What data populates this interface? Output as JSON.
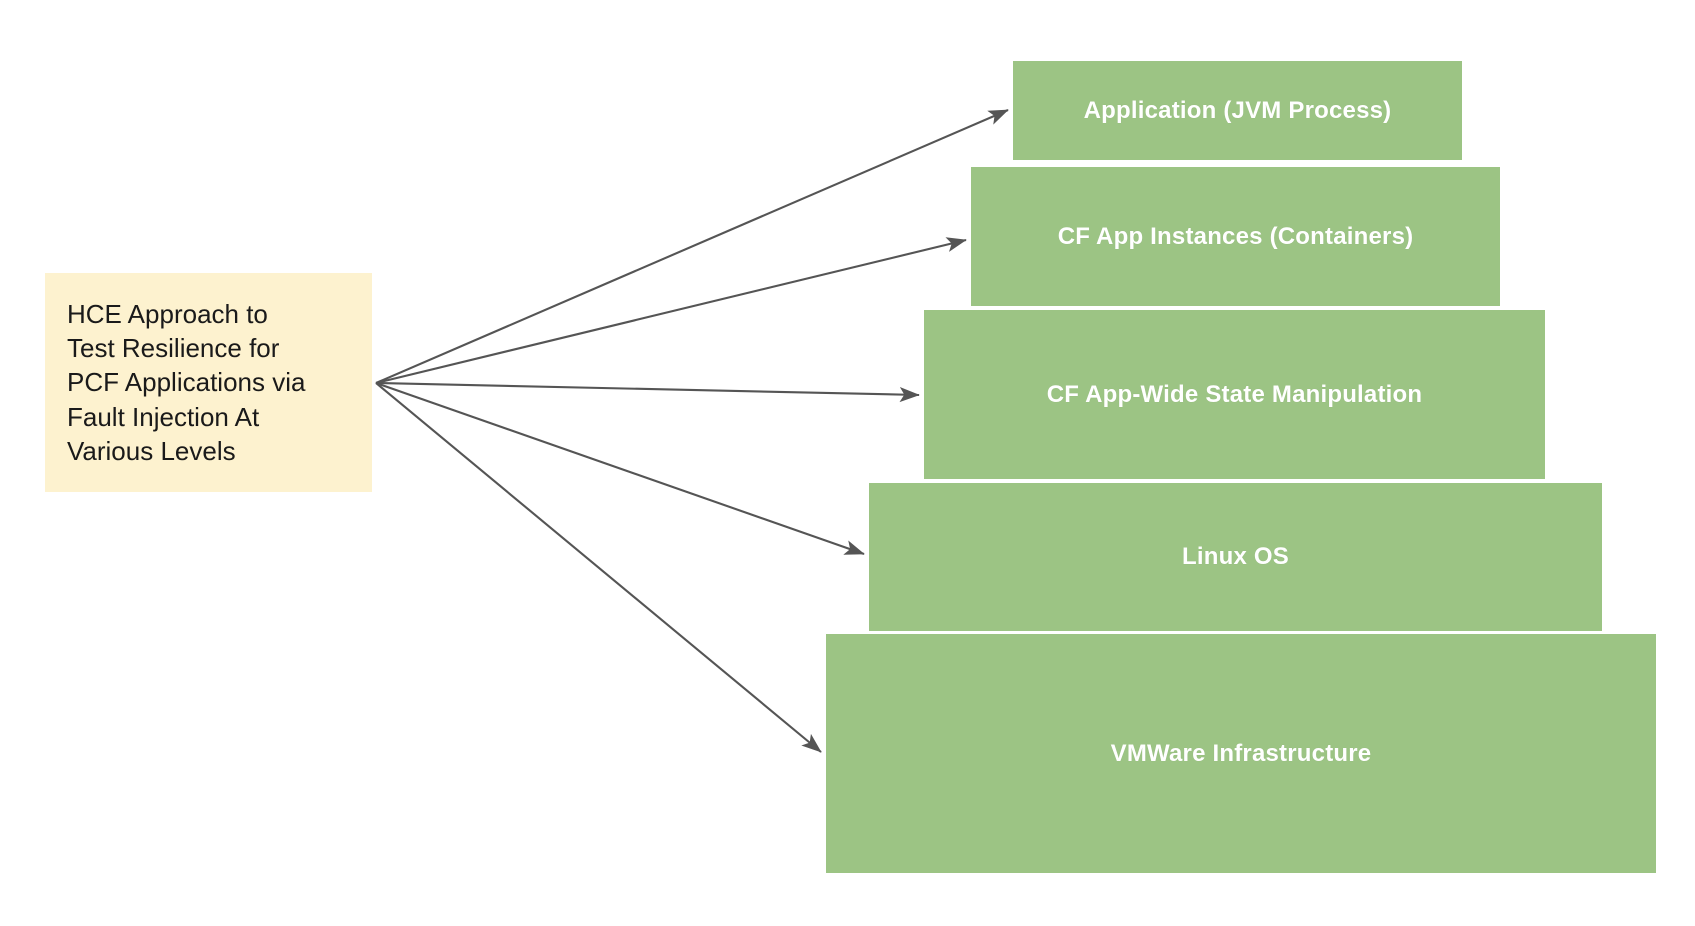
{
  "diagram": {
    "title": "HCE Approach to Test Resilience for PCF Applications via Fault Injection At Various Levels",
    "type": "fan-out-layer-stack",
    "background_color": "#ffffff"
  },
  "source_node": {
    "label": "HCE Approach to\nTest Resilience for\nPCF Applications via\nFault Injection At\nVarious Levels",
    "fill_color": "#fdf2cf",
    "text_color": "#1a1a1a"
  },
  "layers": [
    {
      "id": "application-jvm-process",
      "label": "Application (JVM Process)",
      "fill_color": "#9cc484",
      "text_color": "#ffffff"
    },
    {
      "id": "cf-app-instances-containers",
      "label": "CF App Instances (Containers)",
      "fill_color": "#9cc484",
      "text_color": "#ffffff"
    },
    {
      "id": "cf-app-wide-state-manipulation",
      "label": "CF App-Wide State Manipulation",
      "fill_color": "#9cc484",
      "text_color": "#ffffff"
    },
    {
      "id": "linux-os",
      "label": "Linux OS",
      "fill_color": "#9cc484",
      "text_color": "#ffffff"
    },
    {
      "id": "vmware-infrastructure",
      "label": "VMWare Infrastructure",
      "fill_color": "#9cc484",
      "text_color": "#ffffff"
    }
  ],
  "connectors": {
    "color": "#555555",
    "style": "solid-arrow",
    "count": 5,
    "origin": "right edge of source node",
    "targets": [
      "application-jvm-process",
      "cf-app-instances-containers",
      "cf-app-wide-state-manipulation",
      "linux-os",
      "vmware-infrastructure"
    ]
  }
}
